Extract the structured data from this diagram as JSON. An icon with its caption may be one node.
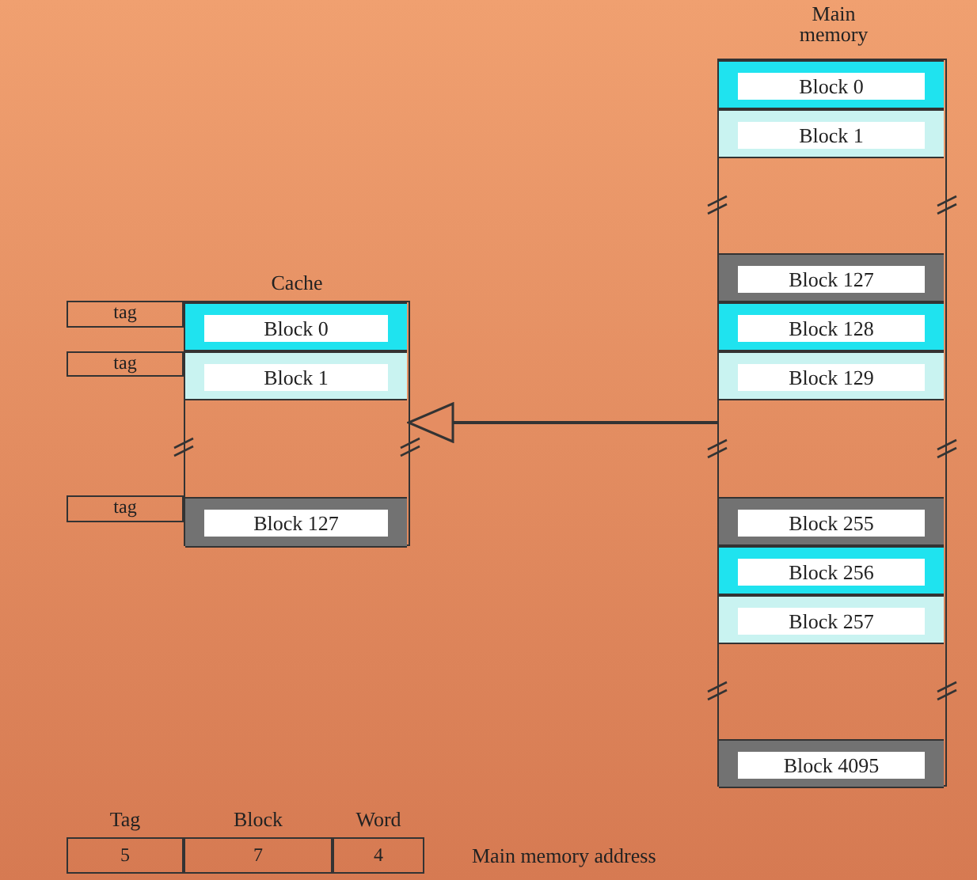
{
  "diagram": {
    "nodes": [
      {
        "text": [
          "Cache"
        ]
      },
      {
        "text": [
          "tag"
        ]
      },
      {
        "text": [
          "Block 0"
        ],
        "in": 0
      },
      {
        "text": [
          "tag"
        ]
      },
      {
        "text": [
          "Block 1"
        ],
        "in": 0
      },
      {
        "text": [
          "tag"
        ]
      },
      {
        "text": [
          "Block 127"
        ],
        "in": 0
      },
      {
        "text": [
          "Main memory"
        ]
      },
      {
        "text": [
          "Block 0"
        ],
        "in": 7
      },
      {
        "text": [
          "Block 1"
        ],
        "in": 7
      },
      {
        "text": [
          "Block 127"
        ],
        "in": 7
      },
      {
        "text": [
          "Block 128"
        ],
        "in": 7
      },
      {
        "text": [
          "Block 129"
        ],
        "in": 7
      },
      {
        "text": [
          "Block 255"
        ],
        "in": 7
      },
      {
        "text": [
          "Block 256"
        ],
        "in": 7
      },
      {
        "text": [
          "Block 257"
        ],
        "in": 7
      },
      {
        "text": [
          "Block 4095"
        ],
        "in": 7
      },
      {
        "text": [
          "Tag",
          "5"
        ]
      },
      {
        "text": [
          "Block",
          "7"
        ]
      },
      {
        "text": [
          "Word",
          "4"
        ]
      }
    ],
    "edges": [
      {
        "from": 7,
        "to": 0,
        "arrow": "to"
      }
    ],
    "labels": [
      "Main memory address"
    ]
  }
}
